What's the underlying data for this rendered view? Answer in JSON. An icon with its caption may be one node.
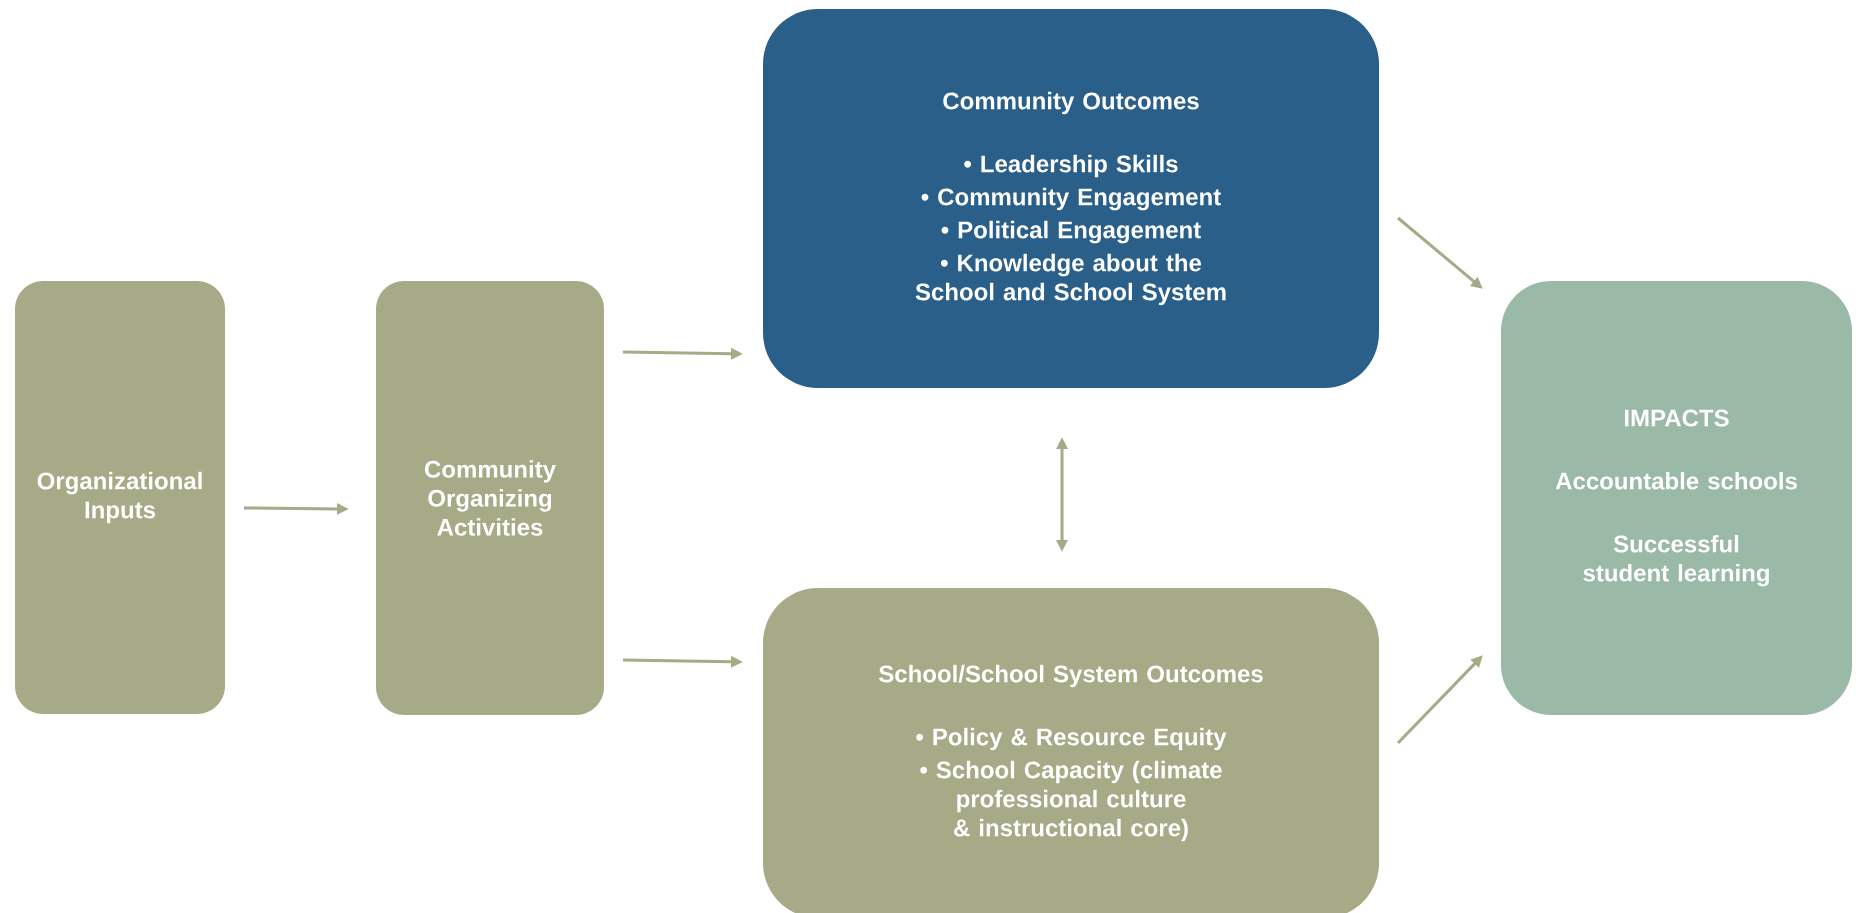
{
  "diagram": {
    "nodes": [
      {
        "text": [
          "Organizational Inputs"
        ]
      },
      {
        "text": [
          "Community Organizing Activities"
        ]
      },
      {
        "text": [
          "Community Outcomes",
          "• Leadership Skills",
          "• Community Engagement",
          "• Political Engagement",
          "• Knowledge about the School and School System"
        ]
      },
      {
        "text": [
          "School/School System Outcomes",
          "• Policy & Resource Equity",
          "• School Capacity (climate professional culture & instructional core)"
        ]
      },
      {
        "text": [
          "IMPACTS",
          "Accountable schools",
          "Successful student learning"
        ]
      }
    ],
    "edges": [
      {
        "from": 0,
        "to": 1,
        "arrow": "to"
      },
      {
        "from": 1,
        "to": 2,
        "arrow": "to"
      },
      {
        "from": 1,
        "to": 3,
        "arrow": "to"
      },
      {
        "from": 2,
        "to": 3,
        "arrow": "both"
      },
      {
        "from": 2,
        "to": 4,
        "arrow": "to"
      },
      {
        "from": 3,
        "to": 4,
        "arrow": "to"
      }
    ]
  }
}
